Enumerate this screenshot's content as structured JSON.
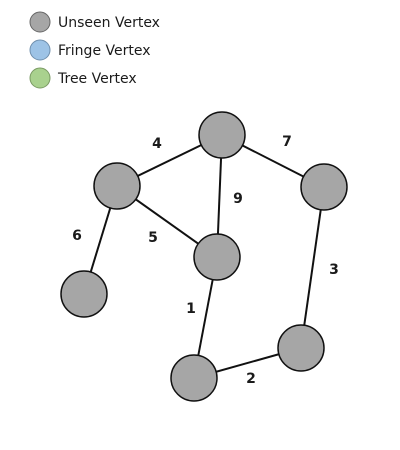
{
  "legend": {
    "items": [
      {
        "label": "Unseen Vertex",
        "color": "#a6a6a6",
        "stroke": "#666666"
      },
      {
        "label": "Fringe Vertex",
        "color": "#9dc3e6",
        "stroke": "#6f8fad"
      },
      {
        "label": "Tree Vertex",
        "color": "#a9d18e",
        "stroke": "#7a9a63"
      }
    ]
  },
  "graph": {
    "vertex_state": "unseen",
    "vertex_colors": {
      "fill": "#a6a6a6",
      "stroke": "#111111"
    },
    "edge_color": "#111111",
    "edges": [
      {
        "weight": "4"
      },
      {
        "weight": "7"
      },
      {
        "weight": "9"
      },
      {
        "weight": "6"
      },
      {
        "weight": "5"
      },
      {
        "weight": "3"
      },
      {
        "weight": "1"
      },
      {
        "weight": "2"
      }
    ]
  }
}
